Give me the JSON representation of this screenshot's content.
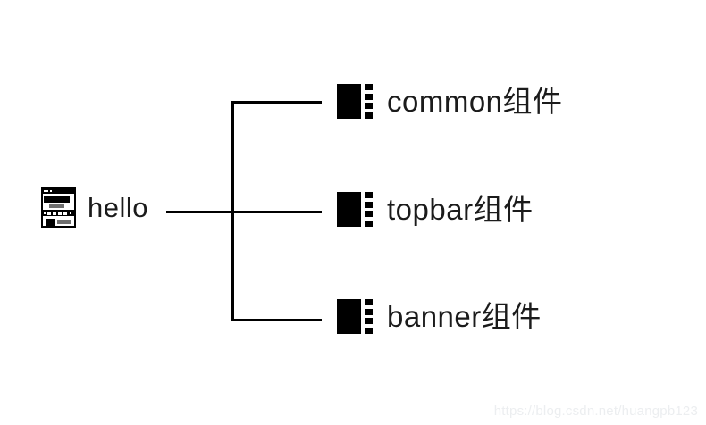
{
  "diagram": {
    "type": "tree",
    "background_color": "#ffffff",
    "line_color": "#000000",
    "text_color": "#1b1b1b",
    "root": {
      "id": "hello",
      "label": "hello",
      "icon": "browser-window-icon"
    },
    "children": [
      {
        "id": "common",
        "label": "common组件",
        "icon": "module-component-icon"
      },
      {
        "id": "topbar",
        "label": "topbar组件",
        "icon": "module-component-icon"
      },
      {
        "id": "banner",
        "label": "banner组件",
        "icon": "module-component-icon"
      }
    ]
  },
  "watermark": {
    "text": "https://blog.csdn.net/huangpb123",
    "color": "#eceef0"
  }
}
